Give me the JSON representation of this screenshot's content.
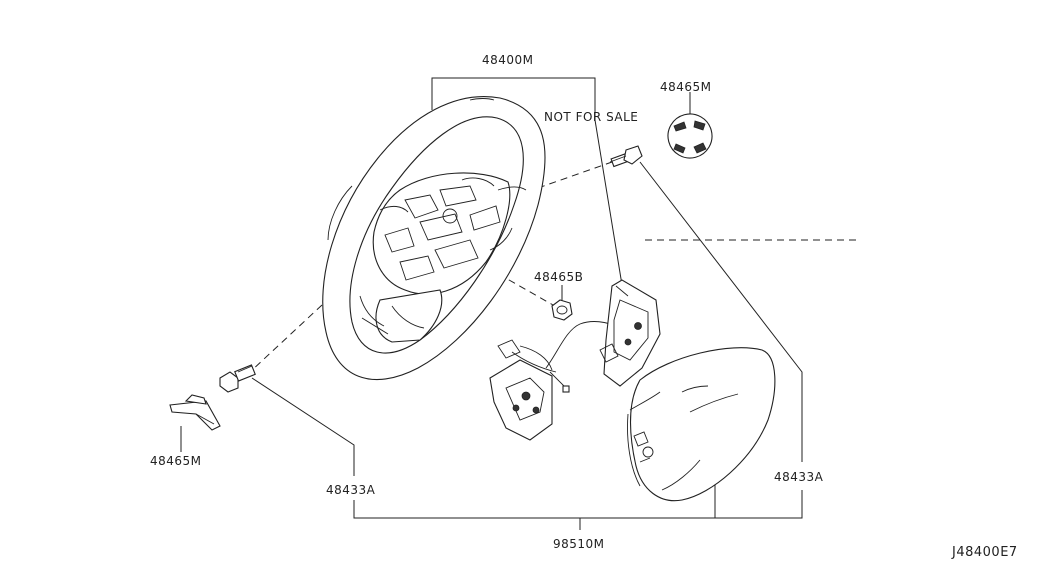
{
  "labels": {
    "steering_wheel": "48400M",
    "not_for_sale": "NOT FOR SALE",
    "ornament_top": "48465M",
    "nut": "48465B",
    "ornament_left": "48465M",
    "bolt_left": "48433A",
    "bolt_right": "48433A",
    "airbag": "98510M",
    "diagram_code": "J48400E7"
  }
}
